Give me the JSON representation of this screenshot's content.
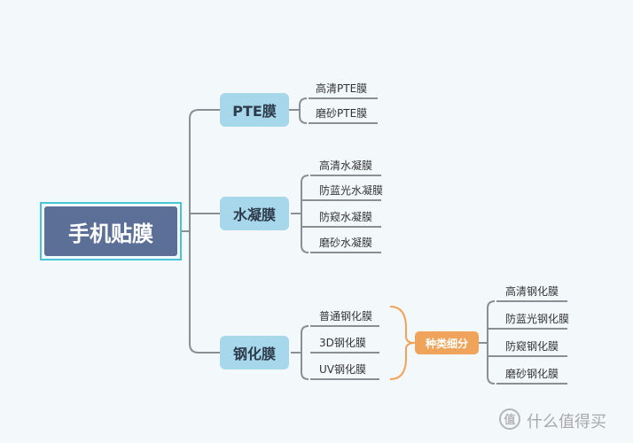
{
  "root": {
    "label": "手机贴膜"
  },
  "branches": [
    {
      "label": "PTE膜",
      "leaves": [
        "高清PTE膜",
        "磨砂PTE膜"
      ]
    },
    {
      "label": "水凝膜",
      "leaves": [
        "高清水凝膜",
        "防蓝光水凝膜",
        "防窥水凝膜",
        "磨砂水凝膜"
      ]
    },
    {
      "label": "钢化膜",
      "leaves": [
        "普通钢化膜",
        "3D钢化膜",
        "UV钢化膜"
      ]
    }
  ],
  "sort_node": {
    "label": "种类细分",
    "leaves": [
      "高清钢化膜",
      "防蓝光钢化膜",
      "防窥钢化膜",
      "磨砂钢化膜"
    ]
  },
  "colors": {
    "connector": "#8a8f95",
    "sort_connector": "#f0a35a",
    "root_fill": "#5b6f97",
    "root_border": "#46c6d6",
    "branch_fill": "#a6d7ea",
    "sort_fill": "#f0a35a"
  },
  "watermark": {
    "text": "什么值得买",
    "icon": "zhi-logo-icon"
  }
}
